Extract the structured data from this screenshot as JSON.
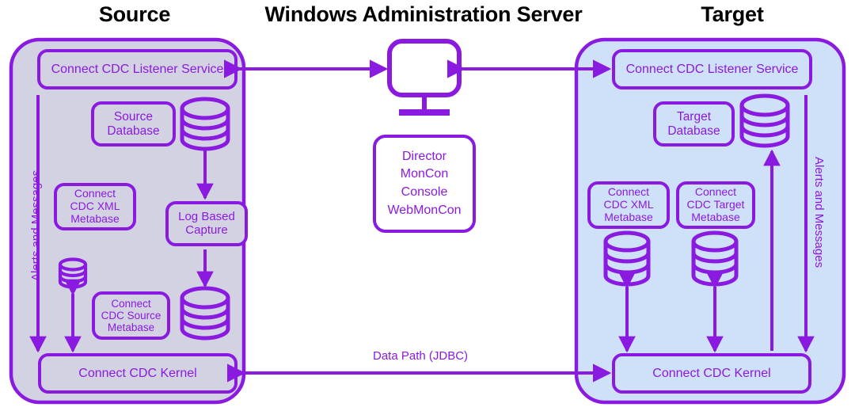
{
  "diagram": {
    "title_source": "Source",
    "title_center": "Windows Administration Server",
    "title_target": "Target",
    "colors": {
      "stroke": "#8b1ae0",
      "source_fill": "#d2d2e2",
      "target_fill": "#cfe0f9",
      "node_fill_source": "#d2d2e2",
      "node_fill_target": "#cfe0f9",
      "node_fill_white": "#ffffff",
      "title_text": "#000000",
      "label_text": "#8b1ae0",
      "page_background": "#ffffff"
    }
  },
  "source_panel": {
    "name": "Source",
    "listener": "Connect CDC Listener Service",
    "database_box": "Source\nDatabase",
    "xml_metabase": "Connect\nCDC XML\nMetabase",
    "log_capture": "Log Based\nCapture",
    "source_metabase": "Connect\nCDC Source\nMetabase",
    "kernel": "Connect CDC Kernel",
    "alerts_label": "Alerts and Messages",
    "cylinders": [
      "source-database-cylinder",
      "capture-store-cylinder",
      "source-metabase-cylinder"
    ]
  },
  "center_panel": {
    "monitor_icon": "monitor-icon",
    "tools_box": "Director\nMonCon\nConsole\nWebMonCon",
    "tools": [
      "Director",
      "MonCon",
      "Console",
      "WebMonCon"
    ]
  },
  "target_panel": {
    "name": "Target",
    "listener": "Connect CDC Listener Service",
    "database_box": "Target\nDatabase",
    "xml_metabase": "Connect\nCDC XML\nMetabase",
    "target_metabase": "Connect\nCDC Target\nMetabase",
    "kernel": "Connect CDC Kernel",
    "alerts_label": "Alerts and Messages",
    "cylinders": [
      "target-database-cylinder",
      "target-xml-metabase-cylinder",
      "target-metabase-cylinder"
    ]
  },
  "connections": {
    "data_path": "Data Path (JDBC)"
  }
}
